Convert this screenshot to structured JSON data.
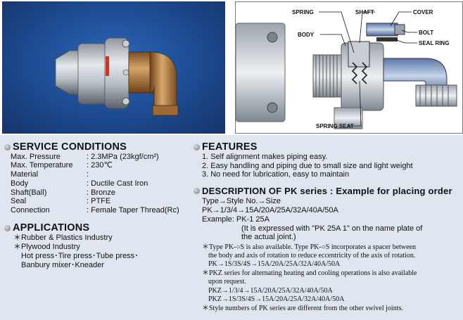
{
  "diagram_labels": {
    "spring": "SPRING",
    "shaft": "SHAFT",
    "cover": "COVER",
    "body": "BODY",
    "bolt": "BOLT",
    "seal_ring": "SEAL RING",
    "spring_seat": "SPRING SEAT"
  },
  "service": {
    "title": "SERVICE CONDITIONS",
    "rows": [
      {
        "label": "Max. Pressure",
        "value": ": 2.3MPa (23kgf/cm²)"
      },
      {
        "label": "Max. Temperature",
        "value": ": 230℃"
      },
      {
        "label": "Material",
        "value": ":"
      },
      {
        "label": "Body",
        "value": ": Ductile Cast Iron"
      },
      {
        "label": "Shaft(Ball)",
        "value": ": Bronze"
      },
      {
        "label": "Seal",
        "value": ": PTFE"
      },
      {
        "label": "Connection",
        "value": ": Female Taper Thread(Rc)"
      }
    ]
  },
  "applications": {
    "title": "APPLICATIONS",
    "lines": [
      "＊Rubber & Plastics Industry",
      "＊Plywood Industry",
      "Hot press･Tire press･Tube press･",
      "Banbury mixer･Kneader"
    ]
  },
  "features": {
    "title": "FEATURES",
    "lines": [
      "1. Self alignment makes piping easy.",
      "2. Easy handling and piping due to small size and light weight",
      "3. No need for lubrication, easy to maintain"
    ]
  },
  "description": {
    "title": "DESCRIPTION OF PK series : Example for placing order",
    "lines": [
      "Type→Style No.→Size",
      "PK→1/3/4→15A/20A/25A/32A/40A/50A",
      "Example: PK-1 25A",
      "(It is expressed with \"PK 25A 1\" on the name plate of",
      "the actual joint.)"
    ],
    "notes": [
      "＊Type PK-○S is also available. Type PK-○S incorporates a spacer between",
      "the body and axis of rotation to reduce eccentricity of the axis of rotation.",
      "PK→1S/3S/4S→15A/20A/25A/32A/40A/50A",
      "＊PKZ series for alternating heating and cooling operations is also available",
      "upon request.",
      "PKZ→1/3/4→15A/20A/25A/32A/40A/50A",
      "PKZ→1S/3S/4S→15A/20A/25A/32A/40A/50A",
      "＊Style numbers of PK series are different from the other swivel joints."
    ]
  }
}
